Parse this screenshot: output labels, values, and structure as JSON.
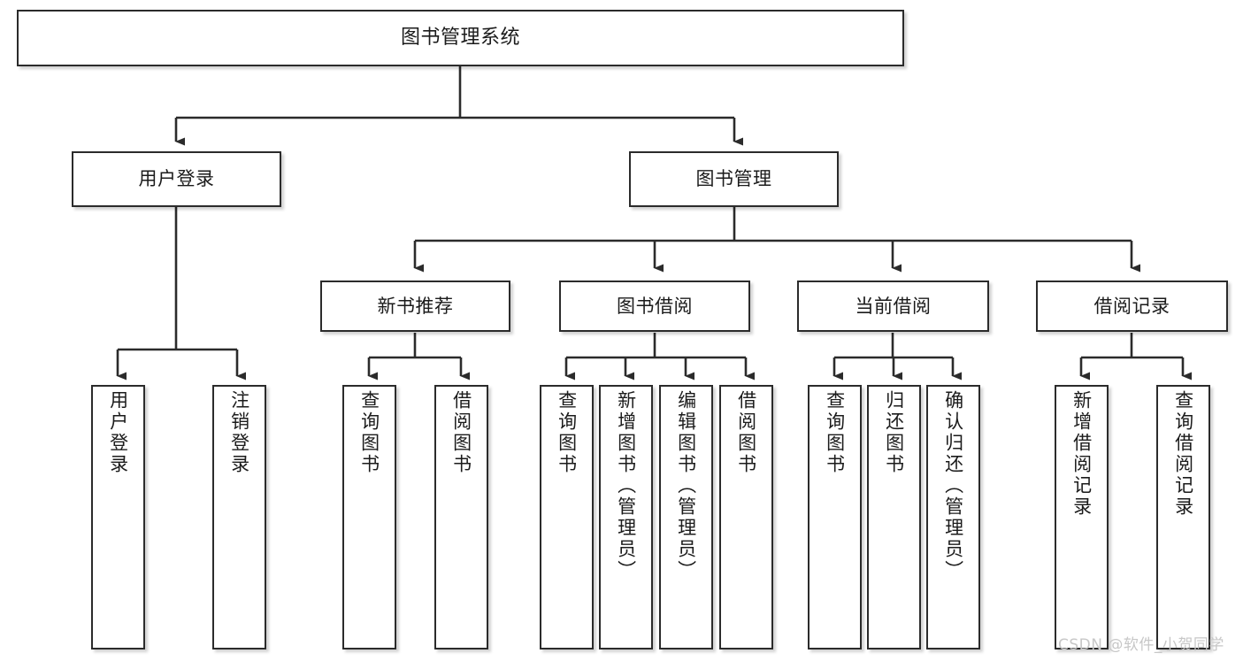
{
  "diagram": {
    "title": "图书管理系统",
    "type": "tree",
    "watermark": "CSDN @软件_小贺同学",
    "colors": {
      "node_border": "#2b2b2b",
      "node_fill": "#ffffff",
      "connector": "#2b2b2b",
      "text": "#1b1b1b",
      "watermark": "#c7c7c7",
      "background": "#ffffff"
    },
    "nodes": {
      "root": {
        "label": "图书管理系统"
      },
      "level2": [
        {
          "label": "用户登录"
        },
        {
          "label": "图书管理"
        }
      ],
      "level3": [
        {
          "label": "新书推荐"
        },
        {
          "label": "图书借阅"
        },
        {
          "label": "当前借阅"
        },
        {
          "label": "借阅记录"
        }
      ],
      "leaves_user_login": [
        {
          "label": "用户登录"
        },
        {
          "label": "注销登录"
        }
      ],
      "leaves_new_book": [
        {
          "label": "查询图书"
        },
        {
          "label": "借阅图书"
        }
      ],
      "leaves_borrow": [
        {
          "label": "查询图书"
        },
        {
          "label": "新增图书（管理员）"
        },
        {
          "label": "编辑图书（管理员）"
        },
        {
          "label": "借阅图书"
        }
      ],
      "leaves_current": [
        {
          "label": "查询图书"
        },
        {
          "label": "归还图书"
        },
        {
          "label": "确认归还（管理员）"
        }
      ],
      "leaves_record": [
        {
          "label": "新增借阅记录"
        },
        {
          "label": "查询借阅记录"
        }
      ]
    }
  }
}
